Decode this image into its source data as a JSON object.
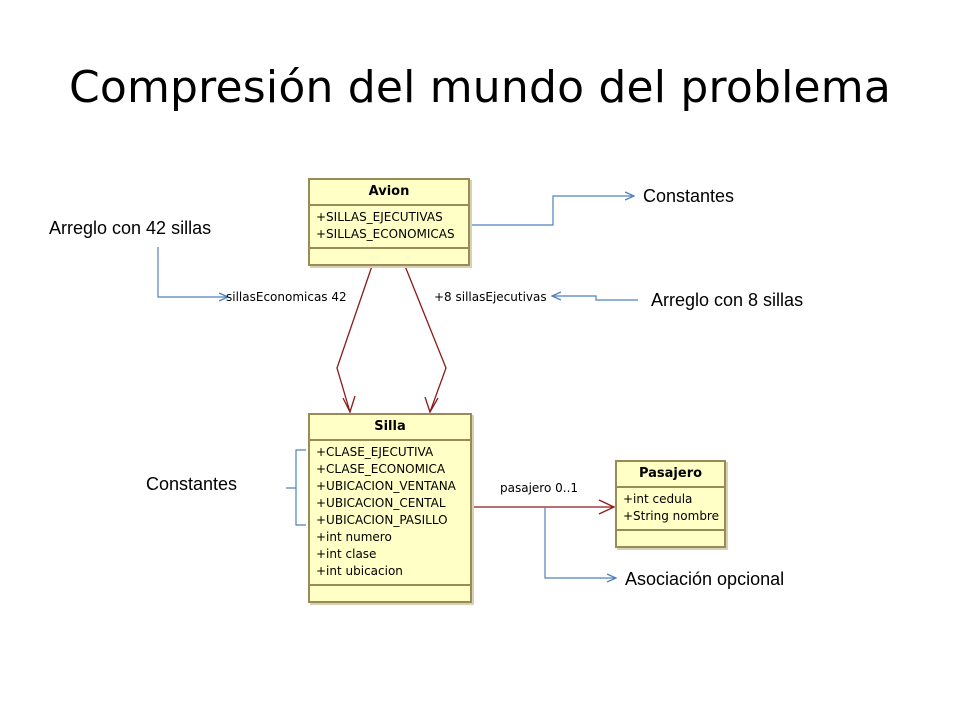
{
  "title": "Compresión del mundo del problema",
  "classes": {
    "avion": {
      "name": "Avion",
      "attributes": [
        "+SILLAS_EJECUTIVAS",
        "+SILLAS_ECONOMICAS"
      ]
    },
    "silla": {
      "name": "Silla",
      "attributes": [
        "+CLASE_EJECUTIVA",
        "+CLASE_ECONOMICA",
        "+UBICACION_VENTANA",
        "+UBICACION_CENTAL",
        "+UBICACION_PASILLO",
        "+int numero",
        "+int clase",
        "+int ubicacion"
      ]
    },
    "pasajero": {
      "name": "Pasajero",
      "attributes": [
        "+int cedula",
        "+String nombre"
      ]
    }
  },
  "relations": {
    "economicas": "sillasEconomicas 42",
    "ejecutivas": "+8 sillasEjecutivas",
    "pasajero": "pasajero 0..1"
  },
  "annotations": {
    "avion_constantes": "Constantes",
    "arreglo_42": "Arreglo con 42 sillas",
    "arreglo_8": "Arreglo con 8 sillas",
    "silla_constantes": "Constantes",
    "asociacion": "Asociación opcional"
  },
  "colors": {
    "uml_fill": "#ffffc6",
    "uml_border": "#9a8a55",
    "association_line": "#8b1a1a",
    "annotation_line": "#4f81bd"
  }
}
